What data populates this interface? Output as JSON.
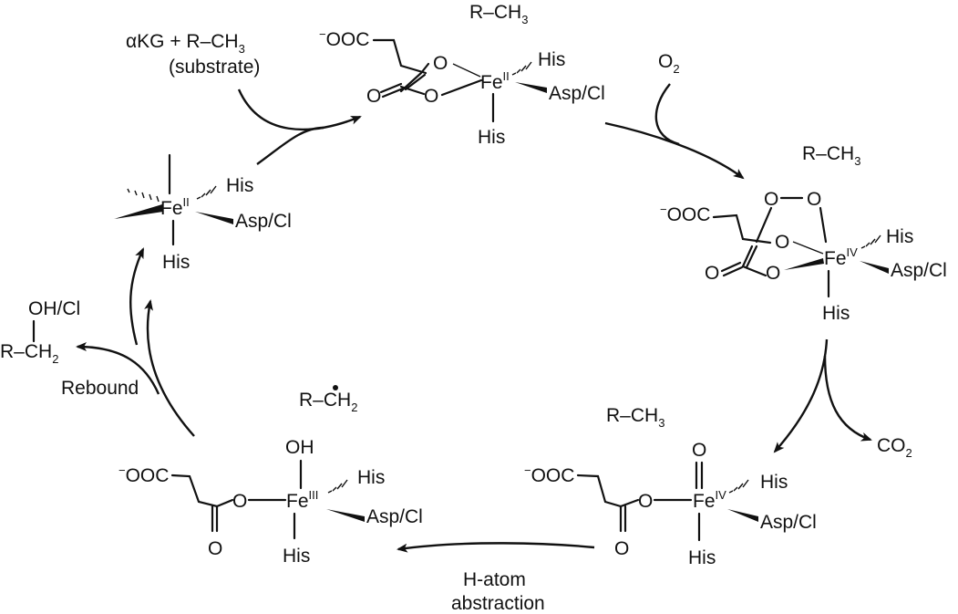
{
  "labels": {
    "rch3": "R–CH",
    "three": "3",
    "two": "2",
    "akg_sub": "αKG + R–CH",
    "substrate": "(substrate)",
    "o2": "O",
    "co2": "CO",
    "fe": "Fe",
    "ox_II": "II",
    "ox_III": "III",
    "ox_IV": "IV",
    "his": "His",
    "asp_cl": "Asp/Cl",
    "o": "O",
    "ooc": "OOC",
    "minus": "−",
    "oh": "OH",
    "ohcl": "OH/Cl",
    "r_ch": "R–CH",
    "r_radical": "R–CH",
    "rebound": "Rebound",
    "h_atom": "H-atom",
    "abstraction": "abstraction"
  }
}
